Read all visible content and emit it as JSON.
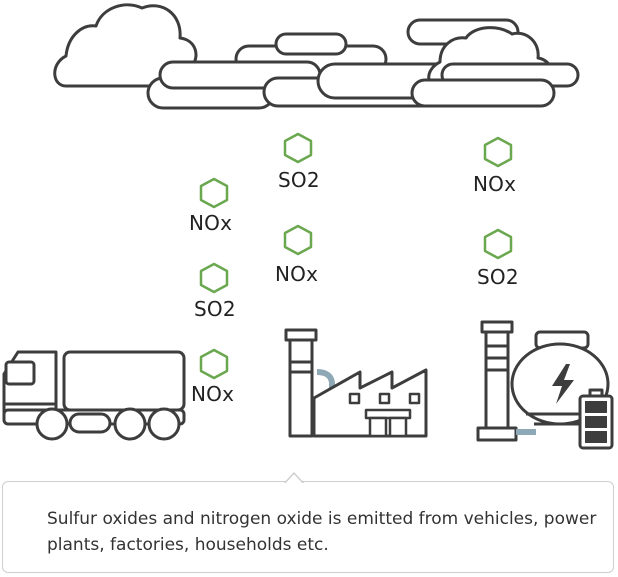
{
  "molecules": [
    {
      "id": "nox-1",
      "text": "NOx"
    },
    {
      "id": "so2-1",
      "text": "SO2"
    },
    {
      "id": "nox-2",
      "text": "NOx"
    },
    {
      "id": "so2-2",
      "text": "SO2"
    },
    {
      "id": "nox-3",
      "text": "NOx"
    },
    {
      "id": "nox-4",
      "text": "NOx"
    },
    {
      "id": "so2-3",
      "text": "SO2"
    }
  ],
  "caption": "Sulfur oxides and nitrogen oxide is emitted from vehicles, power plants, factories, households etc.",
  "colors": {
    "outline": "#3d3d3d",
    "molecule": "#6aa84f",
    "pipe": "#8fa8b5",
    "border": "#cfcfcf"
  },
  "icons": [
    "cloud-icon",
    "molecule-hexagon-icon",
    "truck-icon",
    "factory-icon",
    "power-plant-icon",
    "lightning-icon",
    "battery-icon"
  ]
}
